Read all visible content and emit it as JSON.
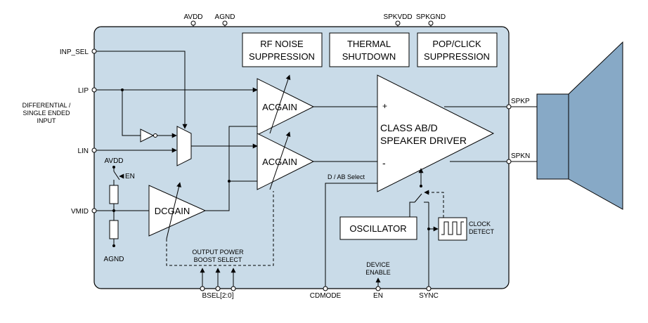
{
  "colors": {
    "chip_fill": "#c9dbe8",
    "speaker_fill": "#87a9c6",
    "wire": "#000000"
  },
  "pins": {
    "avdd": "AVDD",
    "agnd": "AGND",
    "spkvdd": "SPKVDD",
    "spkgnd": "SPKGND",
    "inp_sel": "INP_SEL",
    "lip": "LIP",
    "lin": "LIN",
    "vmid": "VMID",
    "spkp": "SPKP",
    "spkn": "SPKN",
    "bsel": "BSEL[2:0]",
    "cdmode": "CDMODE",
    "en": "EN",
    "sync": "SYNC"
  },
  "input_label": [
    "DIFFERENTIAL /",
    "SINGLE ENDED",
    "INPUT"
  ],
  "blocks": {
    "rf_noise": [
      "RF NOISE",
      "SUPPRESSION"
    ],
    "thermal": [
      "THERMAL",
      "SHUTDOWN"
    ],
    "pop_click": [
      "POP/CLICK",
      "SUPPRESSION"
    ],
    "acgain_top": "ACGAIN",
    "acgain_bottom": "ACGAIN",
    "dcgain": "DCGAIN",
    "driver": [
      "CLASS AB/D",
      "SPEAKER DRIVER"
    ],
    "driver_plus": "+",
    "driver_minus": "-",
    "oscillator": "OSCILLATOR",
    "clock_detect": [
      "CLOCK",
      "DETECT"
    ]
  },
  "labels": {
    "vmid_avdd": "AVDD",
    "vmid_agnd": "AGND",
    "en_switch": "EN",
    "d_ab_select": "D / AB Select",
    "output_power": [
      "OUTPUT POWER",
      "BOOST SELECT"
    ],
    "device_enable": [
      "DEVICE",
      "ENABLE"
    ]
  }
}
